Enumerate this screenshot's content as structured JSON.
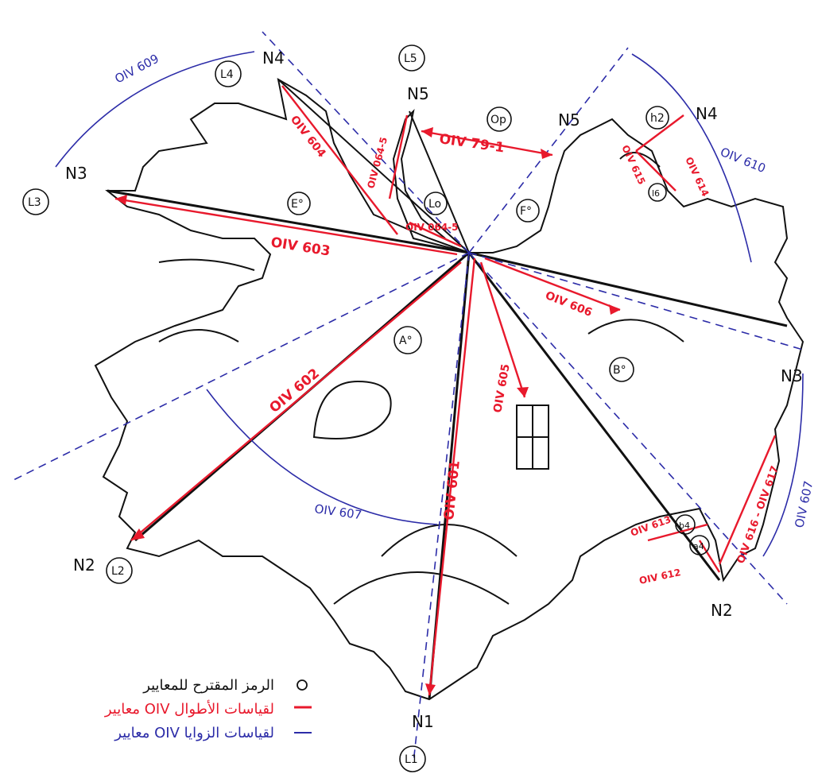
{
  "nodes": {
    "n1": "N1",
    "n2_left": "N2",
    "n2_right": "N2",
    "n3_left": "N3",
    "n3_right": "N3",
    "n4_left": "N4",
    "n4_right": "N4",
    "n5_left": "N5",
    "n5_right": "N5"
  },
  "lobes": {
    "l1": "L1",
    "l2": "L2",
    "l3": "L3",
    "l4": "L4",
    "l5": "L5",
    "lo": "Lo"
  },
  "angles": {
    "a": "A°",
    "b": "B°",
    "e": "E°",
    "f": "F°",
    "op": "Op"
  },
  "small_labels": {
    "h2": "h2",
    "l6": "l6",
    "b4": "b4",
    "a4": "a4"
  },
  "red_measures": {
    "oiv601": "OIV 601",
    "oiv602": "OIV 602",
    "oiv603": "OIV 603",
    "oiv604": "OIV 604",
    "oiv605": "OIV 605",
    "oiv606": "OIV 606",
    "oiv79": "OIV 79-1",
    "oiv064": "OIV 064-5",
    "oiv0645": "OIV 064-5",
    "oiv613": "OIV 613",
    "oiv612": "OIV 612",
    "oiv614": "OIV 614",
    "oiv615": "OIV 615",
    "oiv616": "OIV 616 - OIV 617"
  },
  "blue_measures": {
    "oiv607_bottom": "OIV 607",
    "oiv607_right": "OIV 607",
    "oiv609": "OIV 609",
    "oiv610": "OIV 610"
  },
  "legend": {
    "line1": "الرمز المقترح للمعايير",
    "line2": "معايير OIV لقياسات الأطوال",
    "line3": "معايير OIV لقياسات الزوايا"
  },
  "colors": {
    "red": "#e8192c",
    "blue": "#2c2ca8",
    "ink": "#111111"
  }
}
